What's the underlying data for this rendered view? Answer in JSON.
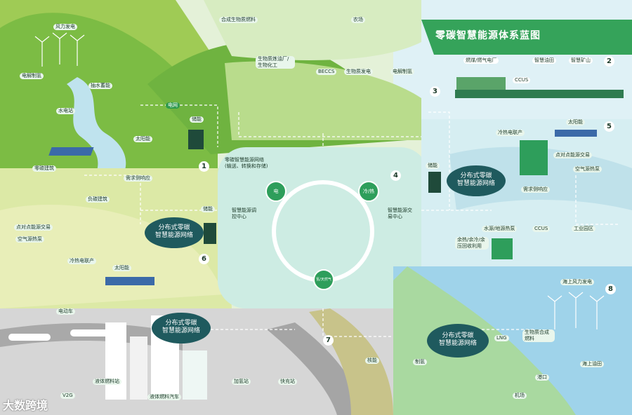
{
  "title": "零碳智慧能源体系蓝图",
  "hub": {
    "label_line1": "零碳智慧能源网络",
    "label_line2": "(输送、转换和存储)",
    "node_electric": "电",
    "node_cold_heat": "冷/热",
    "node_gas": "氢/天然气",
    "dispatch": "智慧能源调控中心",
    "trading": "智慧能源交易中心"
  },
  "section_numbers": [
    "1",
    "2",
    "3",
    "4",
    "5",
    "6",
    "7",
    "8"
  ],
  "clouds": {
    "west": {
      "line1": "分布式零碳",
      "line2": "智慧能源网络"
    },
    "east": {
      "line1": "分布式零碳",
      "line2": "智慧能源网络"
    },
    "south": {
      "line1": "分布式零碳",
      "line2": "智慧能源网络"
    },
    "southeast": {
      "line1": "分布式零碳",
      "line2": "智慧能源网络"
    }
  },
  "labels": {
    "wind_power": "风力发电",
    "electric_hydrogen": "电解制氢",
    "pumped_storage": "抽水蓄能",
    "hydropower": "水电站",
    "solar_nw": "太阳能",
    "grid": "电网",
    "storage_grid": "储能",
    "zero_carbon_building": "零碳建筑",
    "demand_response_w": "需求侧响应",
    "negative_carbon_building": "负碳建筑",
    "p2p_trading_w": "点对点能源交易",
    "air_heat_pump_w": "空气源热泵",
    "storage_west": "储能",
    "chp_west": "冷热电联产",
    "solar_west": "太阳能",
    "synthetic_fuel": "合成生物质燃料",
    "farm": "农场",
    "biorefinery": "生物质炼油厂/生物化工",
    "beccs": "BECCS",
    "bio_gas_power": "生物质发电",
    "hydrogen_production": "电解制氢",
    "fuel_plant": "燃煤/燃气电厂",
    "ccus_north": "CCUS",
    "smart_oilfield": "智慧油田",
    "smart_mine": "智慧矿山",
    "storage_east": "储能",
    "chp_east": "冷热电联产",
    "solar_east": "太阳能",
    "p2p_trading_e": "点对点能源交易",
    "air_heat_pump_e": "空气源热泵",
    "demand_response_e": "需求侧响应",
    "water_heat_pump": "水源/地源热泵",
    "ccus_east": "CCUS",
    "industrial_park": "工业园区",
    "waste_heat": "余热/余冷/余压回收利用",
    "offshore_wind": "海上风力发电",
    "ev_train": "电动车",
    "liquid_fuel_station": "液体燃料站",
    "hydrogen_station": "加氢站",
    "fast_charge": "快充站",
    "liquid_fuel_car": "液体燃料汽车",
    "v2g": "V2G",
    "nuclear": "核能",
    "hydrogen_se": "制氢",
    "lng": "LNG",
    "bio_fuel": "生物质合成燃料",
    "port": "港口",
    "airport": "机场",
    "offshore_oilfield": "海上油田"
  },
  "watermark": "大数跨境",
  "colors": {
    "title_band": "#35a35a",
    "hill_light": "#a8cf5a",
    "hill_dark": "#5fae3d",
    "water": "#cfe9f0",
    "hub_bg": "#cfeee7",
    "sea": "#9fd3ea",
    "city": "#c8c8c8",
    "cloud": "#1f5a5e",
    "accent": "#2e9e5b"
  }
}
